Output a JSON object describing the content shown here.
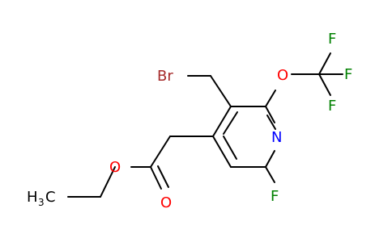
{
  "colors": {
    "bond": "#000000",
    "bromine": "#a52a2a",
    "oxygen": "#ff0000",
    "nitrogen": "#0000ff",
    "fluorine": "#008000"
  },
  "atoms": {
    "br": "Br",
    "o_ether": "O",
    "f_cf3_top": "F",
    "f_cf3_right": "F",
    "f_cf3_bottom": "F",
    "n_ring": "N",
    "f_ring": "F",
    "o_ester": "O",
    "o_carbonyl": "O",
    "ch3_h": "H",
    "ch3_sub": "3",
    "ch3_c": "C"
  }
}
